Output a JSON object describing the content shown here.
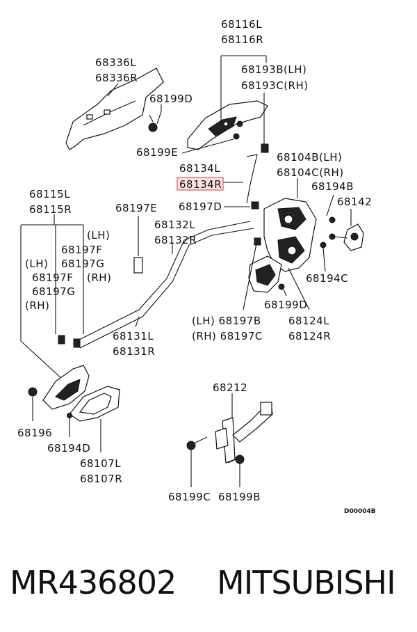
{
  "labels": {
    "l68336L": "68336L",
    "l68336R": "68336R",
    "l68116L": "68116L",
    "l68116R": "68116R",
    "l68193B": "68193B(LH)",
    "l68193C": "68193C(RH)",
    "l68199D_top": "68199D",
    "l68199E": "68199E",
    "l68134L": "68134L",
    "l68134R": "68134R",
    "l68104B": "68104B(LH)",
    "l68104C": "68104C(RH)",
    "l68194B": "68194B",
    "l68142": "68142",
    "l68115L": "68115L",
    "l68115R": "68115R",
    "l68197E": "68197E",
    "l68197D": "68197D",
    "l68132L": "68132L",
    "l68132R": "68132R",
    "lLH_a": "(LH)",
    "l68197F_a": "68197F",
    "l68197G_a": "68197G",
    "lRH_a": "(RH)",
    "lLH_b": "(LH)",
    "l68197F_b": "68197F",
    "l68197G_b": "68197G",
    "lRH_b": "(RH)",
    "l68194C": "68194C",
    "l68199D_mid": "68199D",
    "l68131L": "68131L",
    "l68131R": "68131R",
    "l68197B": "(LH) 68197B",
    "l68197C": "(RH) 68197C",
    "l68124L": "68124L",
    "l68124R": "68124R",
    "l68212": "68212",
    "l68196": "68196",
    "l68194D": "68194D",
    "l68107L": "68107L",
    "l68107R": "68107R",
    "l68199C": "68199C",
    "l68199B": "68199B",
    "drawing_code": "D00004B"
  },
  "highlight_color": "#e05555",
  "footer": {
    "part_number": "MR436802",
    "brand": "MITSUBISHI"
  }
}
